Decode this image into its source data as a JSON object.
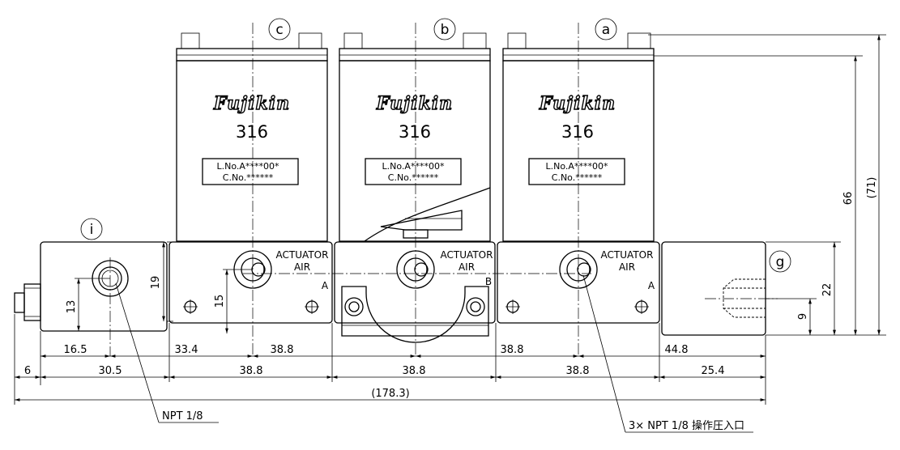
{
  "valves": [
    {
      "label": "c",
      "brand": "Fujikin",
      "material": "316",
      "lot": "L.No.A****00*",
      "code": "C.No.******",
      "actuator": "ACTUATOR",
      "air": "AIR",
      "port": "A"
    },
    {
      "label": "b",
      "brand": "Fujikin",
      "material": "316",
      "lot": "L.No.A****00*",
      "code": "C.No.******",
      "actuator": "ACTUATOR",
      "air": "AIR",
      "port": "B"
    },
    {
      "label": "a",
      "brand": "Fujikin",
      "material": "316",
      "lot": "L.No.A****00*",
      "code": "C.No.******",
      "actuator": "ACTUATOR",
      "air": "AIR",
      "port": "A"
    }
  ],
  "blocks": {
    "left": "i",
    "right": "g"
  },
  "dimensions": {
    "height_66": "66",
    "height_71": "(71)",
    "d22": "22",
    "d9": "9",
    "d19": "19",
    "d13": "13",
    "d15": "15",
    "row1": [
      "16.5",
      "33.4",
      "38.8",
      "38.8",
      "44.8"
    ],
    "row2": [
      "6",
      "30.5",
      "38.8",
      "38.8",
      "38.8",
      "25.4"
    ],
    "total": "(178.3)"
  },
  "callouts": {
    "left": "NPT 1/8",
    "right": "3× NPT 1/8 操作圧入口"
  }
}
